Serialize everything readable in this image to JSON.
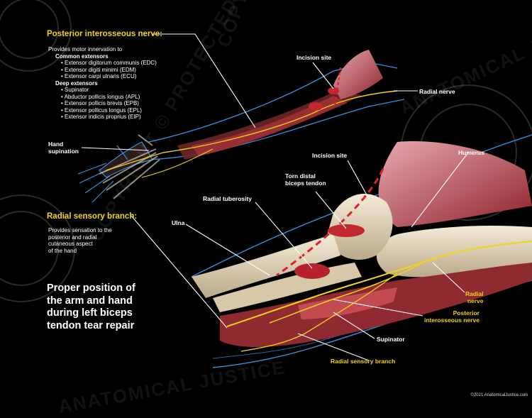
{
  "labels": {
    "incision_site_top": "Incision site",
    "radial_nerve_top": "Radial nerve",
    "hand_supination": "Hand\nsupination",
    "incision_site_bottom": "Incision site",
    "humerus": "Humerus",
    "torn_tendon": "Torn distal\nbiceps tendon",
    "radial_tuberosity": "Radial tuberosity",
    "ulna": "Ulna",
    "radial_nerve_bottom": "Radial\nnerve",
    "posterior_interosseous_nerve_bottom": "Posterior\ninterosseous nerve",
    "supinator": "Supinator",
    "radial_sensory_branch_bottom": "Radial sensory branch"
  },
  "pin_box": {
    "title": "Posterior interosseous nerve:",
    "intro": "Provides motor innervation to",
    "group1_title": "Common extensors",
    "group1_items": [
      "Extensor digitorum communis (EDC)",
      "Extensor digiti minimi (EDM)",
      "Extensor carpi ulnaris (ECU)"
    ],
    "group2_title": "Deep extensors",
    "group2_items": [
      "Supinator",
      "Abductor pollicis longus (APL)",
      "Extensor pollicis brevis (EPB)",
      "Extensor pollicus longus (EPL)",
      "Extensor indicis proprius (EIP)"
    ]
  },
  "rsb_box": {
    "title": "Radial sensory branch:",
    "text": "Provides sensation to the\nposterior and radial\ncutaneous aspect\nof the hand"
  },
  "caption": "Proper position of the arm and hand during left biceps tendon tear repair",
  "watermarks": [
    "COPYRIGHT © PROTECTED",
    "ANATOMICAL JUSTICE",
    "COPYRIGHT © PROTECTED",
    "ANATOMICAL JUSTICE"
  ],
  "copyright": "©2021 AnatomicalJustice.com",
  "colors": {
    "background": "#000000",
    "nerve": "#f2d21b",
    "label_yellow": "#f2d21b",
    "incision": "#e0202a",
    "bone": "#e9dfc6",
    "muscle": "#b8333b",
    "skin_outline": "#3a8fd8"
  }
}
